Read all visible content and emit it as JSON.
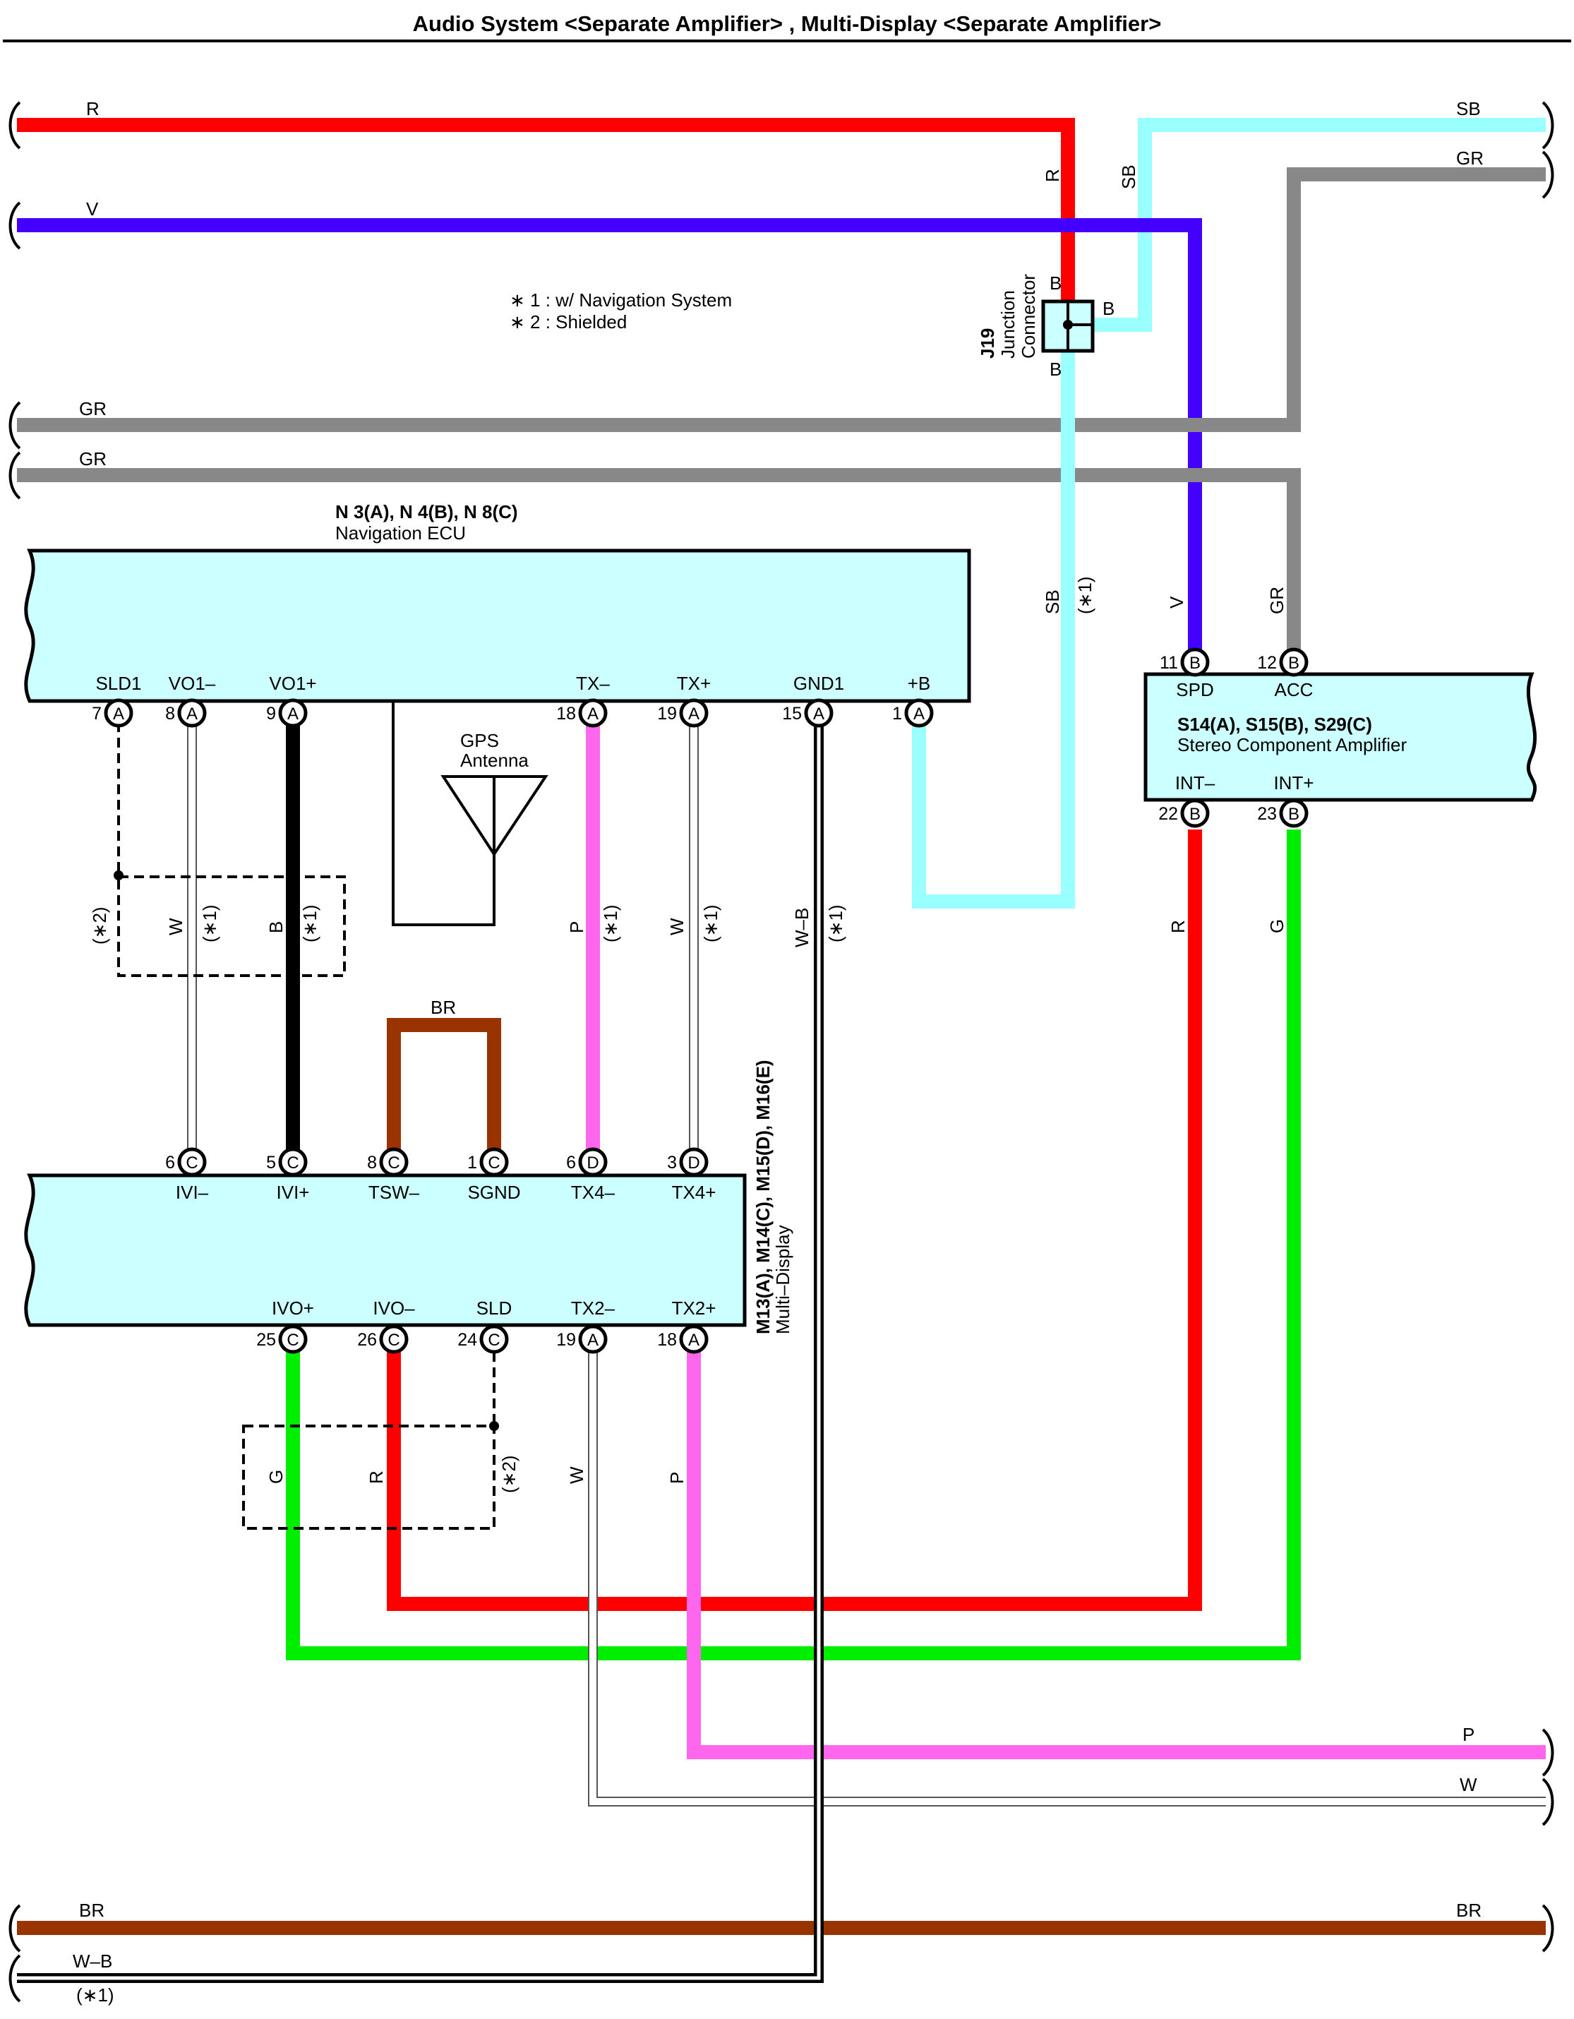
{
  "title": "Audio System <Separate Amplifier> , Multi-Display <Separate Amplifier>",
  "notes": [
    "∗ 1 : w/ Navigation System",
    "∗ 2 : Shielded"
  ],
  "colors": {
    "R": "#ff0000",
    "V": "#4400ff",
    "SB": "#99ffff",
    "GR": "#888888",
    "B": "#000000",
    "W": "#ffffff",
    "P": "#ff66ee",
    "BR": "#993300",
    "G": "#00ee00",
    "component_fill": "#ccffff"
  },
  "wire_labels": {
    "top_R": "R",
    "top_V": "V",
    "top_SB": "SB",
    "top_GR_right": "GR",
    "gr_left_1": "GR",
    "gr_left_2": "GR",
    "r_vertical": "R",
    "sb_vertical": "SB",
    "sb_lower": "SB",
    "star1_sb": "(∗1)",
    "v_vertical": "V",
    "gr_vertical": "GR",
    "sld1_star2": "(∗2)",
    "vo1minus_W": "W",
    "vo1minus_star1": "(∗1)",
    "vo1plus_B": "B",
    "vo1plus_star1": "(∗1)",
    "txminus_P": "P",
    "txminus_star1": "(∗1)",
    "txplus_W": "W",
    "txplus_star1": "(∗1)",
    "gnd1_WB": "W–B",
    "gnd1_star1": "(∗1)",
    "br_loop": "BR",
    "int_minus_R": "R",
    "int_plus_G": "G",
    "ivo_plus_G": "G",
    "ivo_minus_R": "R",
    "sld_star2": "(∗2)",
    "tx2minus_W": "W",
    "tx2plus_P": "P",
    "bottom_P": "P",
    "bottom_W": "W",
    "bottom_BR_left": "BR",
    "bottom_BR_right": "BR",
    "bottom_WB": "W–B",
    "bottom_star1": "(∗1)"
  },
  "junction": {
    "code": "J19",
    "name_line1": "Junction",
    "name_line2": "Connector",
    "pin_top": "B",
    "pin_right": "B",
    "pin_bottom": "B"
  },
  "gps": {
    "line1": "GPS",
    "line2": "Antenna"
  },
  "nav_ecu": {
    "connectors": "N 3(A), N 4(B), N 8(C)",
    "name": "Navigation ECU",
    "pins": [
      {
        "num": "7",
        "conn": "A",
        "name": "SLD1"
      },
      {
        "num": "8",
        "conn": "A",
        "name": "VO1–"
      },
      {
        "num": "9",
        "conn": "A",
        "name": "VO1+"
      },
      {
        "num": "18",
        "conn": "A",
        "name": "TX–"
      },
      {
        "num": "19",
        "conn": "A",
        "name": "TX+"
      },
      {
        "num": "15",
        "conn": "A",
        "name": "GND1"
      },
      {
        "num": "1",
        "conn": "A",
        "name": "+B"
      }
    ]
  },
  "amplifier": {
    "connectors": "S14(A), S15(B), S29(C)",
    "name": "Stereo Component Amplifier",
    "pins_top": [
      {
        "num": "11",
        "conn": "B",
        "name": "SPD"
      },
      {
        "num": "12",
        "conn": "B",
        "name": "ACC"
      }
    ],
    "pins_bottom": [
      {
        "num": "22",
        "conn": "B",
        "name": "INT–"
      },
      {
        "num": "23",
        "conn": "B",
        "name": "INT+"
      }
    ]
  },
  "multi_display": {
    "connectors": "M13(A), M14(C), M15(D), M16(E)",
    "name": "Multi–Display",
    "pins_top": [
      {
        "num": "6",
        "conn": "C",
        "name": "IVI–"
      },
      {
        "num": "5",
        "conn": "C",
        "name": "IVI+"
      },
      {
        "num": "8",
        "conn": "C",
        "name": "TSW–"
      },
      {
        "num": "1",
        "conn": "C",
        "name": "SGND"
      },
      {
        "num": "6",
        "conn": "D",
        "name": "TX4–"
      },
      {
        "num": "3",
        "conn": "D",
        "name": "TX4+"
      }
    ],
    "pins_bottom": [
      {
        "num": "25",
        "conn": "C",
        "name": "IVO+"
      },
      {
        "num": "26",
        "conn": "C",
        "name": "IVO–"
      },
      {
        "num": "24",
        "conn": "C",
        "name": "SLD"
      },
      {
        "num": "19",
        "conn": "A",
        "name": "TX2–"
      },
      {
        "num": "18",
        "conn": "A",
        "name": "TX2+"
      }
    ]
  }
}
